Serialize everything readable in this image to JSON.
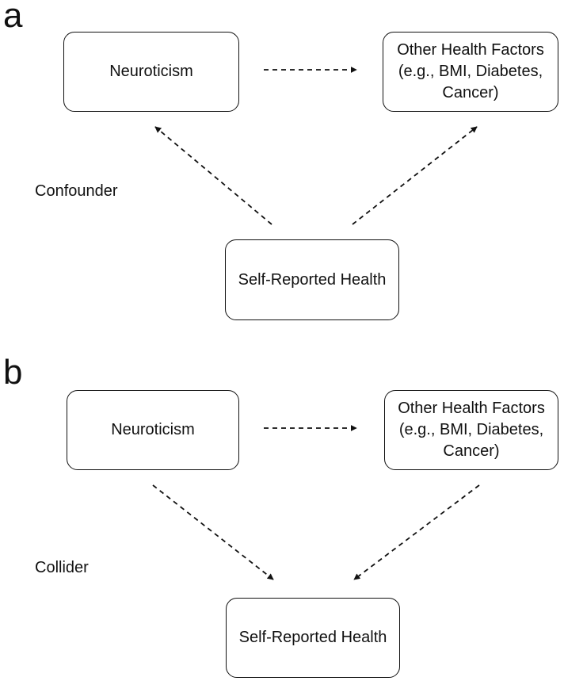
{
  "panels": [
    {
      "letter": "a",
      "side_label": "Confounder",
      "nodes": {
        "neuroticism": "Neuroticism",
        "other_factors": [
          "Other Health Factors",
          "(e.g., BMI, Diabetes,",
          "Cancer)"
        ],
        "self_reported_health": "Self-Reported Health"
      },
      "edges": [
        {
          "from": "neuroticism",
          "to": "other_factors",
          "style": "dashed"
        },
        {
          "from": "self_reported_health",
          "to": "neuroticism",
          "style": "dashed"
        },
        {
          "from": "self_reported_health",
          "to": "other_factors",
          "style": "dashed"
        }
      ]
    },
    {
      "letter": "b",
      "side_label": "Collider",
      "nodes": {
        "neuroticism": "Neuroticism",
        "other_factors": [
          "Other Health Factors",
          "(e.g., BMI, Diabetes,",
          "Cancer)"
        ],
        "self_reported_health": "Self-Reported Health"
      },
      "edges": [
        {
          "from": "neuroticism",
          "to": "other_factors",
          "style": "dashed"
        },
        {
          "from": "neuroticism",
          "to": "self_reported_health",
          "style": "dashed"
        },
        {
          "from": "other_factors",
          "to": "self_reported_health",
          "style": "dashed"
        }
      ]
    }
  ]
}
